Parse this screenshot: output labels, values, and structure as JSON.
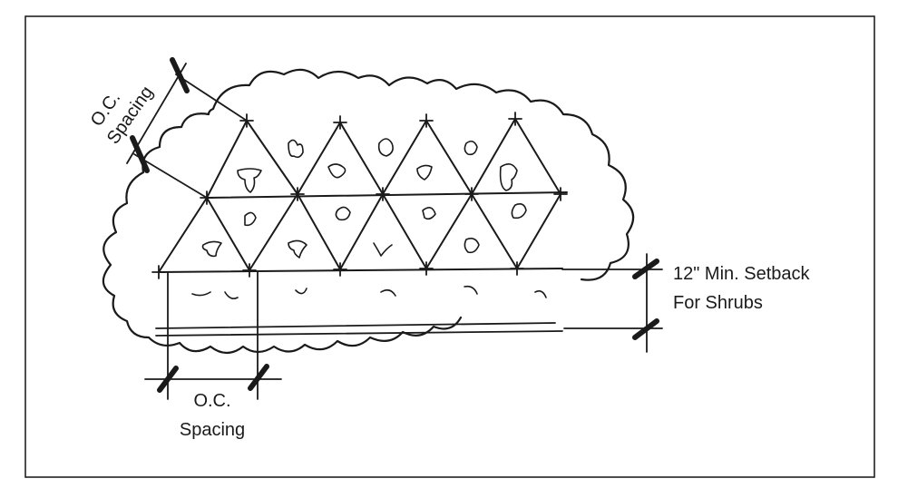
{
  "labels": {
    "oc_spacing_diag_1": "O.C.",
    "oc_spacing_diag_2": "Spacing",
    "setback_1": "12\" Min. Setback",
    "setback_2": "For Shrubs",
    "oc_spacing_bottom_1": "O.C.",
    "oc_spacing_bottom_2": "Spacing"
  }
}
